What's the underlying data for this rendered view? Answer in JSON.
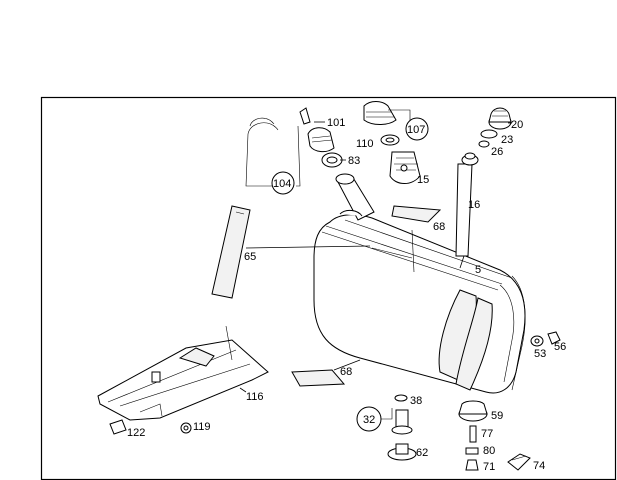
{
  "callouts": {
    "c5": "5",
    "c15": "15",
    "c16": "16",
    "c20": "20",
    "c23": "23",
    "c26": "26",
    "c32": "32",
    "c38": "38",
    "c53": "53",
    "c56": "56",
    "c59": "59",
    "c62": "62",
    "c65": "65",
    "c68a": "68",
    "c68b": "68",
    "c71": "71",
    "c74": "74",
    "c77": "77",
    "c80": "80",
    "c83": "83",
    "c101": "101",
    "c104": "104",
    "c107": "107",
    "c110": "110",
    "c116": "116",
    "c119": "119",
    "c122": "122"
  }
}
